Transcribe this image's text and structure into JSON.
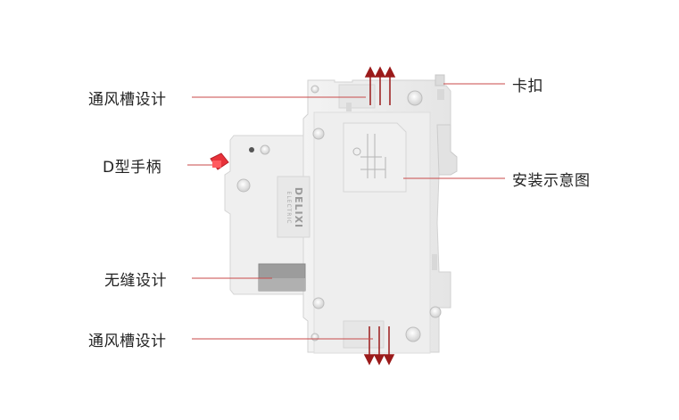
{
  "callouts": {
    "left_top": "通风槽设计",
    "handle": "D型手柄",
    "seamless": "无缝设计",
    "left_bottom": "通风槽设计",
    "clip": "卡扣",
    "diagram": "安装示意图"
  },
  "product": {
    "brand": "DELIXI",
    "brand_sub": "ELECTRIC"
  },
  "colors": {
    "arrow": "#9b1b1b",
    "handle": "#e8323a",
    "line": "#c84a4a",
    "body": "#ececec"
  },
  "icons": [
    "vent-up-arrows",
    "vent-down-arrows",
    "screw-terminal",
    "handle-toggle"
  ]
}
